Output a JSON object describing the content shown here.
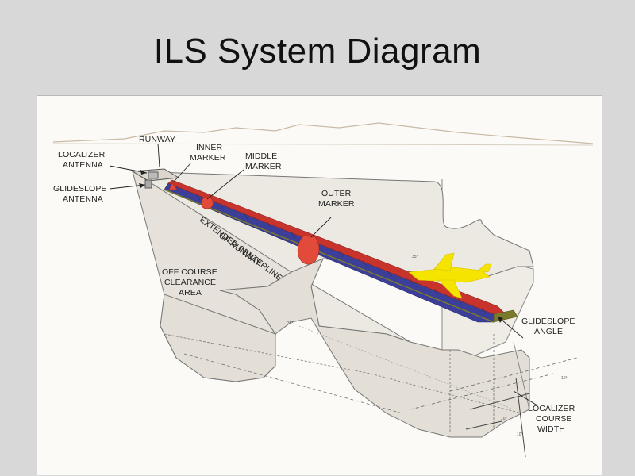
{
  "slide": {
    "title": "ILS System Diagram"
  },
  "diagram": {
    "labels": {
      "runway": "RUNWAY",
      "localizer_antenna": [
        "LOCALIZER",
        "ANTENNA"
      ],
      "glideslope_antenna": [
        "GLIDESLOPE",
        "ANTENNA"
      ],
      "inner_marker": [
        "INNER",
        "MARKER"
      ],
      "middle_marker": [
        "MIDDLE",
        "MARKER"
      ],
      "outer_marker": [
        "OUTER",
        "MARKER"
      ],
      "extended_centerline": [
        "EXTENDED CENTERLINE",
        "OF RUNWAY"
      ],
      "off_course_clearance": [
        "OFF COURSE",
        "CLEARANCE",
        "AREA"
      ],
      "glideslope_angle": [
        "GLIDESLOPE",
        "ANGLE"
      ],
      "localizer_course_width": [
        "LOCALIZER",
        "COURSE",
        "WIDTH"
      ]
    },
    "small_marks": [
      "35°",
      "35°",
      "10°",
      "10°",
      "10°"
    ],
    "colors": {
      "red_beam": "#c8342c",
      "blue_beam": "#3c3f9a",
      "olive_edge": "#7a7a2a",
      "marker_red": "#e24a3a",
      "airplane": "#f5e400",
      "volume_fill": "#e9e5df",
      "volume_stroke": "#777777"
    }
  }
}
